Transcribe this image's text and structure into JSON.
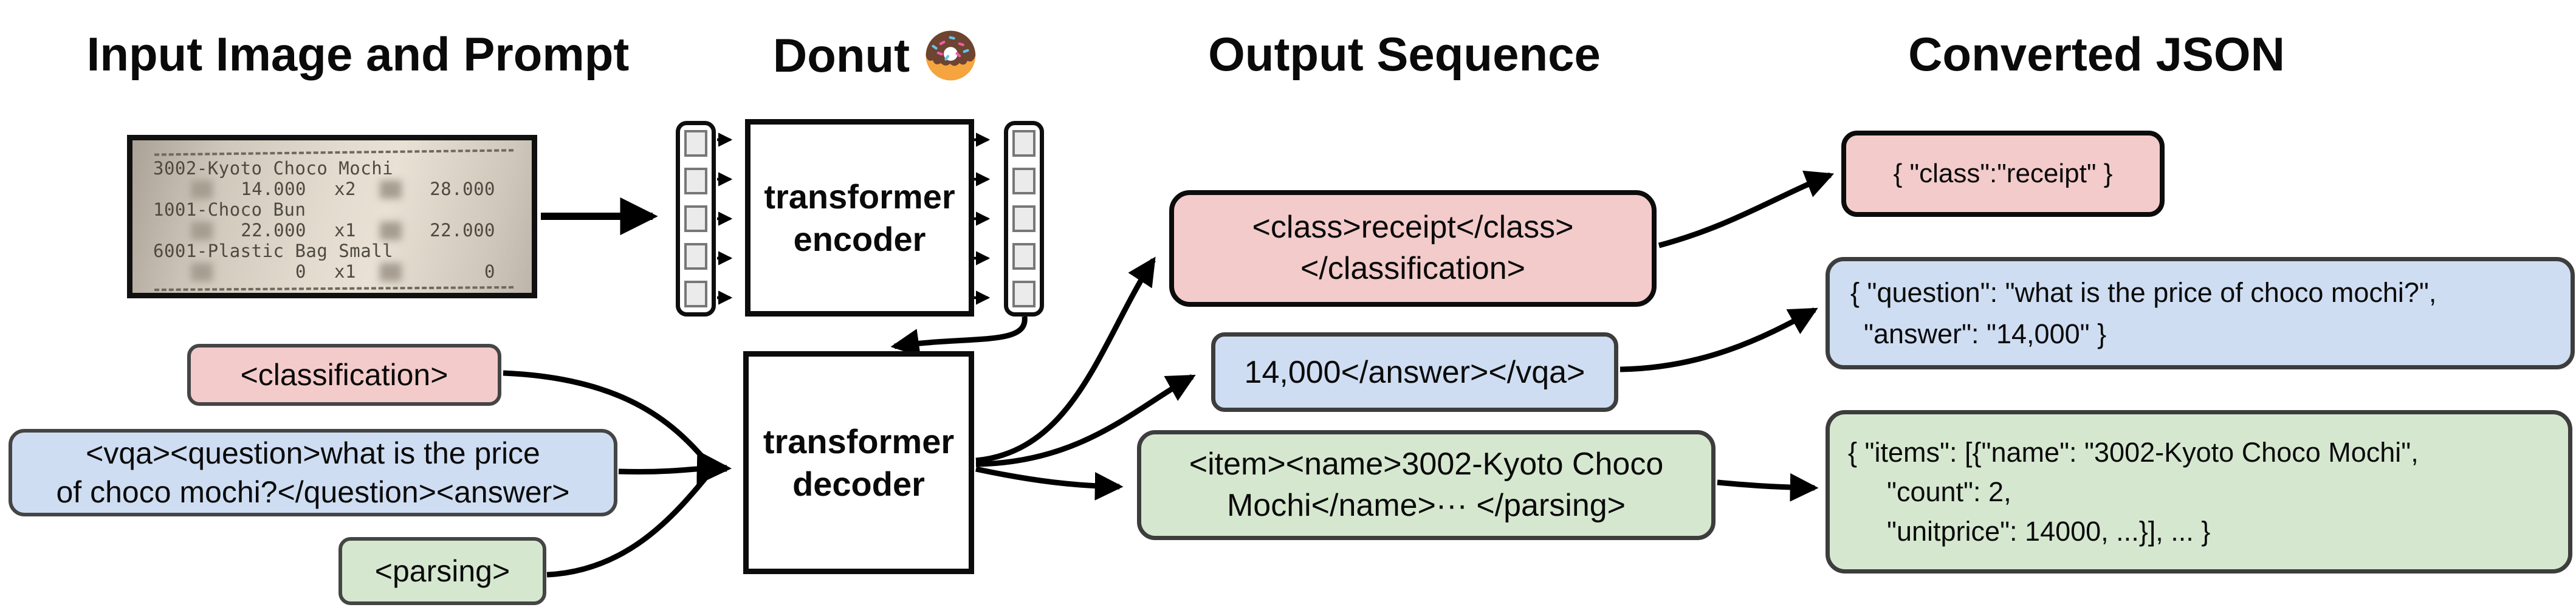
{
  "headers": {
    "input": "Input Image and Prompt",
    "model": "Donut",
    "output": "Output Sequence",
    "json": "Converted JSON"
  },
  "receipt": {
    "lines": [
      {
        "name": "3002-Kyoto Choco Mochi",
        "price": "14.000",
        "qty": "x2",
        "total": "28.000"
      },
      {
        "name": "1001-Choco Bun",
        "price": "22.000",
        "qty": "x1",
        "total": "22.000"
      },
      {
        "name": "6001-Plastic Bag Small",
        "price": "0",
        "qty": "x1",
        "total": "0"
      }
    ]
  },
  "model": {
    "encoder": [
      "transformer",
      "encoder"
    ],
    "decoder": [
      "transformer",
      "decoder"
    ]
  },
  "prompts": {
    "classification": {
      "label": "<classification>"
    },
    "vqa": {
      "lines": [
        "<vqa><question>what is the price",
        "of choco mochi?</question><answer>"
      ]
    },
    "parsing": {
      "label": "<parsing>"
    }
  },
  "outputs": {
    "classification": {
      "lines": [
        "<class>receipt</class>",
        "</classification>"
      ]
    },
    "vqa": {
      "label": "14,000</answer></vqa>"
    },
    "parsing": {
      "lines": [
        "<item><name>3002-Kyoto Choco",
        "Mochi</name>··· </parsing>"
      ]
    }
  },
  "converted_json": {
    "classification": {
      "label": "{ \"class\":\"receipt\" }"
    },
    "vqa": {
      "lines": [
        "{ \"question\": \"what is the price of choco mochi?\",",
        "\"answer\": \"14,000\" }"
      ]
    },
    "parsing": {
      "lines": [
        "{ \"items\": [{\"name\": \"3002-Kyoto Choco Mochi\",",
        "\"count\": 2,",
        "\"unitprice\": 14000, ...}], ... }"
      ]
    }
  },
  "colors": {
    "classification_fill": "#F3CBCB",
    "vqa_fill": "#CEDDF2",
    "parsing_fill": "#D6E7D0",
    "box_outline_dark": "#3d3d3d",
    "box_outline_black": "#0c0c0c",
    "token_fill": "#ebebeb",
    "arrow": "#000000"
  },
  "icons": {
    "donut": "donut-emoji"
  }
}
